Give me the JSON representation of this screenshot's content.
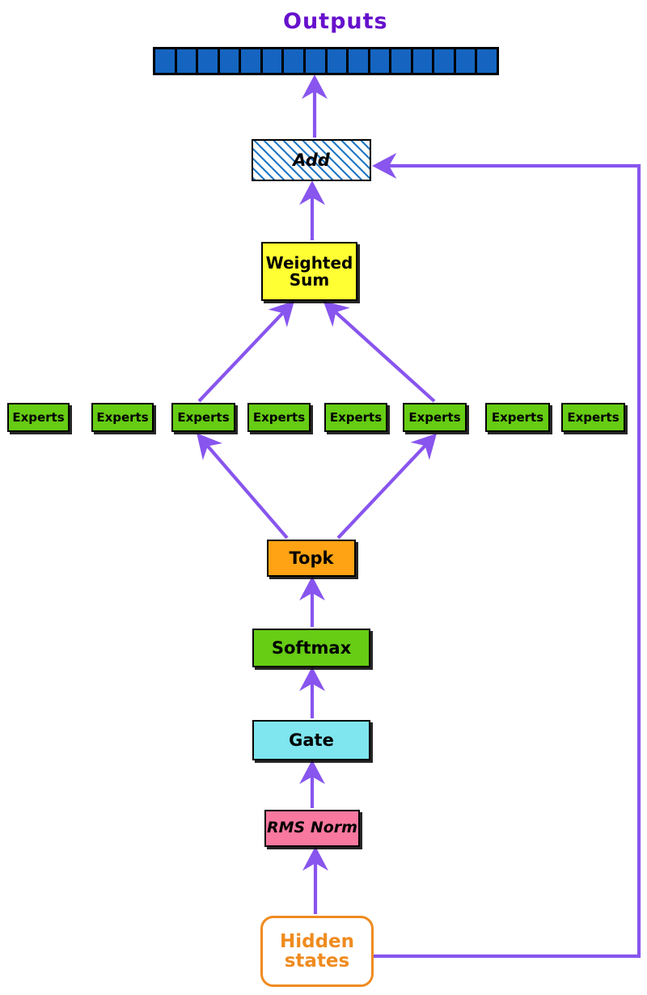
{
  "diagram": {
    "title_label": "Outputs",
    "title_color": "#6611cc",
    "edge_color": "#8855ee",
    "background": "#ffffff",
    "outputs_strip": {
      "name": "Outputs",
      "cell_count": 16,
      "cell_color": "#1565c0",
      "border_color": "#000000"
    },
    "nodes": [
      {
        "id": "add",
        "label": "Add",
        "fill": "hatched-blue",
        "stroke": "#000000"
      },
      {
        "id": "weighted_sum",
        "label": "Weighted\nSum",
        "fill": "#ffff33",
        "stroke": "#000000"
      },
      {
        "id": "topk",
        "label": "Topk",
        "fill": "#ffa314",
        "stroke": "#000000"
      },
      {
        "id": "softmax",
        "label": "Softmax",
        "fill": "#66cc14",
        "stroke": "#000000"
      },
      {
        "id": "gate",
        "label": "Gate",
        "fill": "#7fe5ef",
        "stroke": "#000000"
      },
      {
        "id": "rms_norm",
        "label": "RMS Norm",
        "fill": "#f878a0",
        "stroke": "#000000"
      },
      {
        "id": "hidden_states",
        "label": "Hidden\nstates",
        "fill": "#ffffff",
        "stroke": "#ef8b1f"
      }
    ],
    "experts": {
      "label": "Experts",
      "fill": "#66cc14",
      "stroke": "#000000",
      "items": [
        {
          "label": "Experts",
          "selected": false
        },
        {
          "label": "Experts",
          "selected": false
        },
        {
          "label": "Experts",
          "selected": true
        },
        {
          "label": "Experts",
          "selected": false
        },
        {
          "label": "Experts",
          "selected": false
        },
        {
          "label": "Experts",
          "selected": true
        },
        {
          "label": "Experts",
          "selected": false
        },
        {
          "label": "Experts",
          "selected": false
        }
      ]
    },
    "edges": [
      {
        "from": "hidden_states",
        "to": "rms_norm",
        "kind": "arrow"
      },
      {
        "from": "rms_norm",
        "to": "gate",
        "kind": "arrow"
      },
      {
        "from": "gate",
        "to": "softmax",
        "kind": "arrow"
      },
      {
        "from": "softmax",
        "to": "topk",
        "kind": "arrow"
      },
      {
        "from": "topk",
        "to": "expert_3",
        "kind": "arrow"
      },
      {
        "from": "topk",
        "to": "expert_6",
        "kind": "arrow"
      },
      {
        "from": "expert_3",
        "to": "weighted_sum",
        "kind": "arrow"
      },
      {
        "from": "expert_6",
        "to": "weighted_sum",
        "kind": "arrow"
      },
      {
        "from": "weighted_sum",
        "to": "add",
        "kind": "arrow"
      },
      {
        "from": "add",
        "to": "outputs",
        "kind": "arrow"
      },
      {
        "from": "hidden_states",
        "to": "add",
        "kind": "residual-arrow"
      }
    ]
  }
}
